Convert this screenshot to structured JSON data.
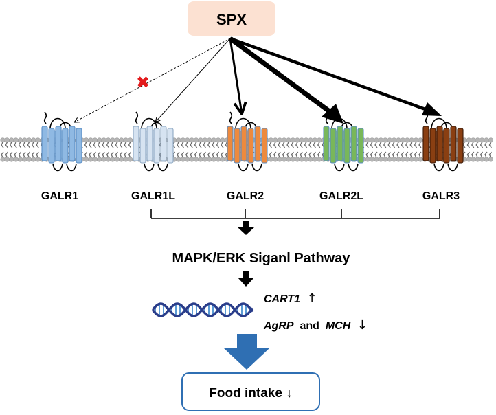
{
  "ligand": {
    "label": "SPX",
    "box_fill": "#fce1d2",
    "label_color": "#3a2fd1"
  },
  "receptors": [
    {
      "id": "GALR1",
      "label": "GALR1",
      "fill": "#8fb9e3",
      "stroke": "#5a8ec5",
      "binding": "none"
    },
    {
      "id": "GALR1L",
      "label": "GALR1L",
      "fill": "#d6e3f1",
      "stroke": "#8ea8c3",
      "binding": "weak"
    },
    {
      "id": "GALR2",
      "label": "GALR2",
      "fill": "#ed8a3e",
      "stroke": "#5a8ec5",
      "binding": "strong"
    },
    {
      "id": "GALR2L",
      "label": "GALR2L",
      "fill": "#79b75a",
      "stroke": "#5a8ec5",
      "binding": "strongest"
    },
    {
      "id": "GALR3",
      "label": "GALR3",
      "fill": "#8a3f12",
      "stroke": "#3a1a08",
      "binding": "strong"
    }
  ],
  "no_binding_marker": {
    "symbol": "✖",
    "color": "#e31a1c"
  },
  "pathway": {
    "label": "MAPK/ERK Siganl Pathway"
  },
  "genes": {
    "line1": {
      "gene": "CART1",
      "arrow": "↑"
    },
    "line2": {
      "gene_a": "AgRP",
      "connector": " and ",
      "gene_b": "MCH",
      "arrow": "↓"
    }
  },
  "outcome": {
    "label": "Food intake ↓"
  },
  "colors": {
    "big_arrow": "#2f6fb3",
    "outcome_border": "#2f6fb3",
    "dna_strand": "#2a3d8a",
    "dna_rungs": "#5b9bd5"
  }
}
